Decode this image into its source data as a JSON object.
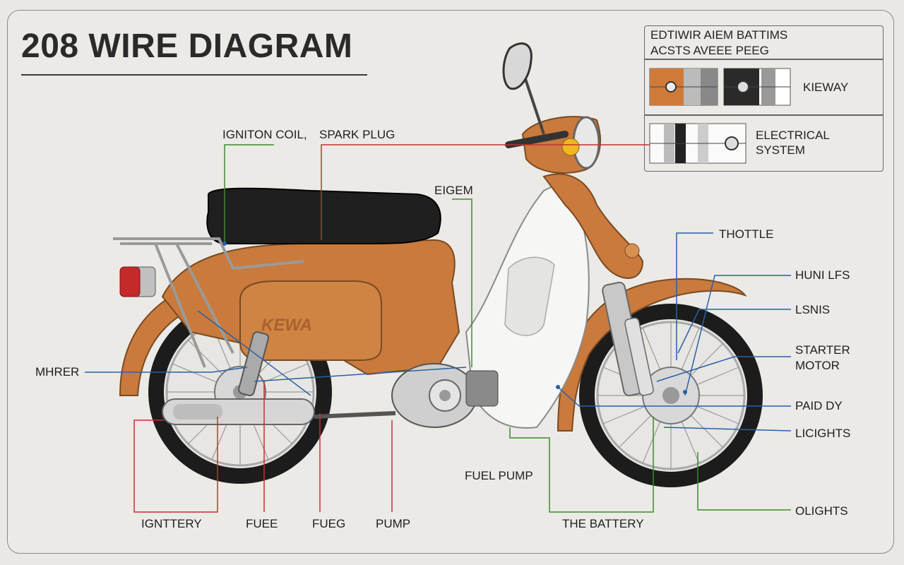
{
  "title": "208 WIRE DIAGRAM",
  "legend": {
    "heading_line1": "EDTIWIR AIEM BATTIMS",
    "heading_line2": "ACSTS AVEEE PEEG",
    "item1_label": "KIEWAY",
    "item2_label_line1": "ELECTRICAL",
    "item2_label_line2": "SYSTEM"
  },
  "tank_brand": "KEWA",
  "labels": {
    "ignition_coil": "IGNITON COIL,",
    "spark_plug": "SPARK PLUG",
    "eigem": "EIGEM",
    "thottle": "THOTTLE",
    "hunilfs": "HUNI LFS",
    "lsnis": "LSNIS",
    "starter_line1": "STARTER",
    "starter_line2": "MOTOR",
    "paid_dy": "PAID DY",
    "licights": "LICIGHTS",
    "olights": "OLIGHTS",
    "the_battery": "THE BATTERY",
    "fuel_pump": "FUEL PUMP",
    "pump": "PUMP",
    "fueg": "FUEG",
    "fuee": "FUEE",
    "ignttery": "IGNTTERY",
    "mhrer": "MHRER"
  },
  "colors": {
    "body_orange": "#c97a3c",
    "white_panel": "#f6f6f4",
    "seat_black": "#1f1f1f",
    "wire_red": "#c43030",
    "wire_green": "#3f8a2f",
    "wire_blue": "#2a5fa8",
    "background": "#ebeae7"
  }
}
